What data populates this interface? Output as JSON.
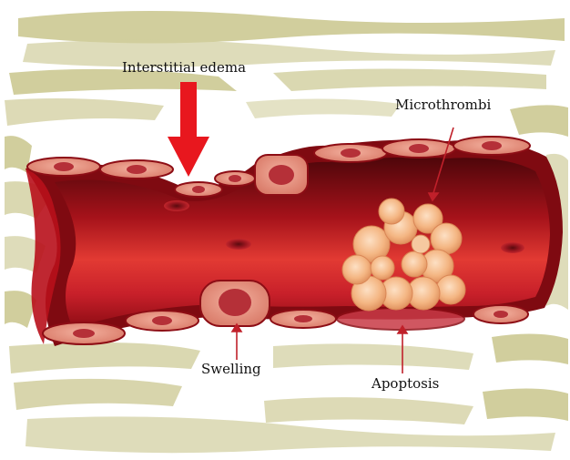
{
  "labels": {
    "interstitial_edema": "Interstitial edema",
    "microthrombi": "Microthrombi",
    "swelling": "Swelling",
    "apoptosis": "Apoptosis"
  },
  "colors": {
    "background_texture": "#c8c78a",
    "vessel_dark": "#7a0d12",
    "vessel_mid": "#c41a22",
    "vessel_light": "#e8463f",
    "endothelial_cell": "#e8927e",
    "nucleus": "#b8343a",
    "thrombus": "#f2b07e",
    "arrow_large": "#e8171e",
    "arrow_small": "#c0202a"
  }
}
